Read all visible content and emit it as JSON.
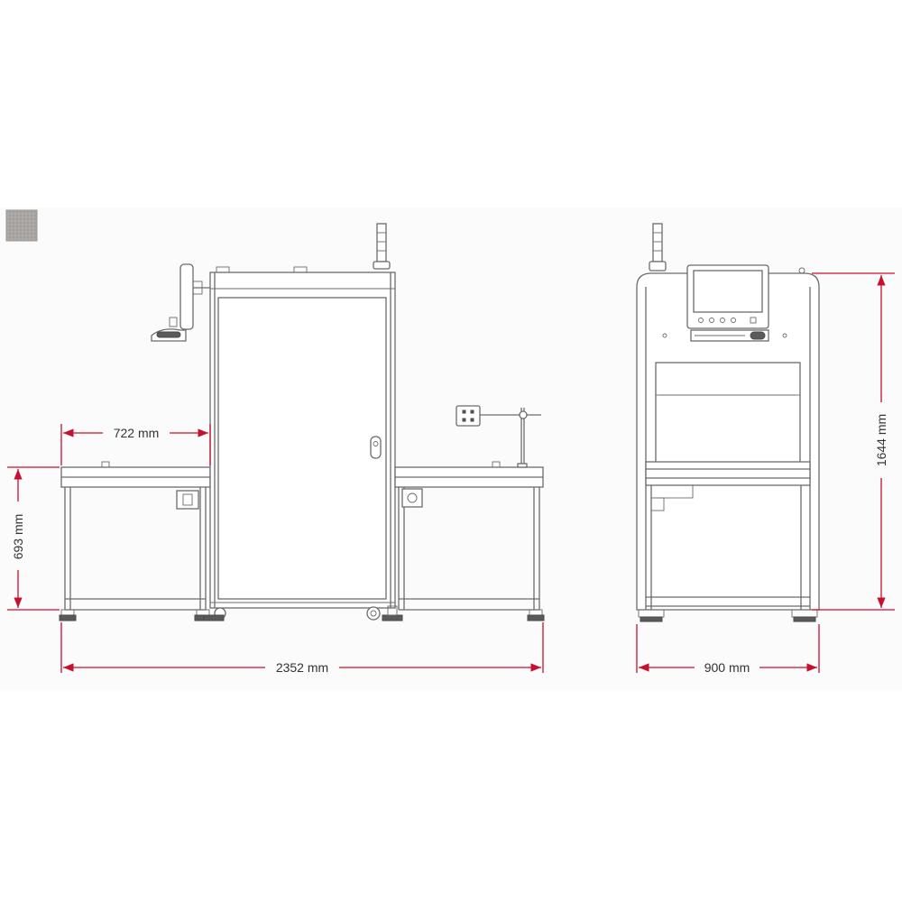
{
  "dimensions": {
    "table_length": "722 mm",
    "table_height": "693 mm",
    "total_length": "2352 mm",
    "overall_height": "1644 mm",
    "depth": "900 mm"
  },
  "colors": {
    "dimension": "#c8102e",
    "line": "#6b6b6b",
    "swatch": "#a8a5a2"
  }
}
